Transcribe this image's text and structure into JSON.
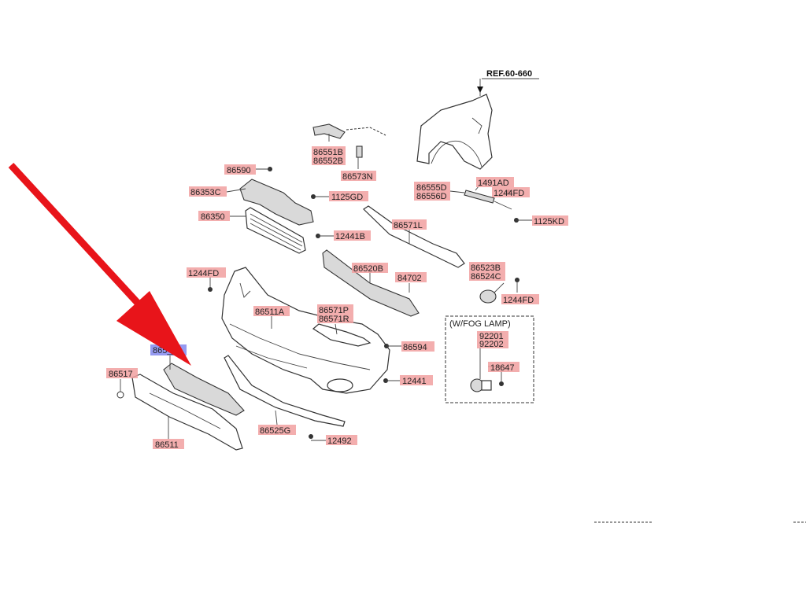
{
  "diagram": {
    "ref_label": "REF.60-660",
    "fog_box_title": "(W/FOG LAMP)",
    "highlight_color_red": "#f1a0a0",
    "highlight_color_blue": "#8a8ff0",
    "arrow_color": "#e8141a",
    "labels": {
      "p86551B": "86551B",
      "p86552B": "86552B",
      "p86573N": "86573N",
      "p86590": "86590",
      "p86353C": "86353C",
      "p1125GD": "1125GD",
      "p86350": "86350",
      "p12441B": "12441B",
      "p86555D": "86555D",
      "p86556D": "86556D",
      "p1491AD": "1491AD",
      "p1244FD_top": "1244FD",
      "p1125KD": "1125KD",
      "p86571L": "86571L",
      "p1244FD_left": "1244FD",
      "p86520B": "86520B",
      "p84702": "84702",
      "p86523B": "86523B",
      "p86524C": "86524C",
      "p1244FD_right": "1244FD",
      "p86511A": "86511A",
      "p86571P": "86571P",
      "p86571R": "86571R",
      "p86594": "86594",
      "p865xxA": "865__A",
      "p86517": "86517",
      "p12441": "12441",
      "p92201": "92201",
      "p92202": "92202",
      "p18647": "18647",
      "p86525G": "86525G",
      "p12492": "12492",
      "p86511": "86511"
    }
  }
}
